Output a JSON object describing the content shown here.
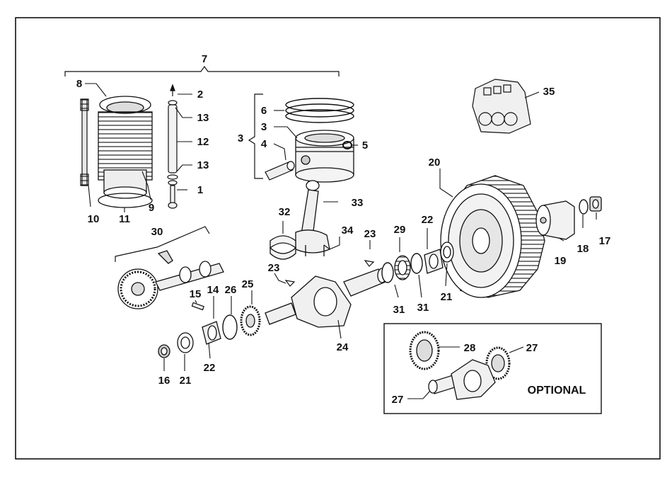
{
  "diagram": {
    "group_labels": {
      "cylinder_group": "7",
      "piston_group": "3",
      "camshaft_group": "30"
    },
    "callouts": {
      "p1": "1",
      "p2": "2",
      "p3": "3",
      "p4": "4",
      "p5": "5",
      "p6": "6",
      "p8": "8",
      "p9": "9",
      "p10": "10",
      "p11": "11",
      "p12": "12",
      "p13a": "13",
      "p13b": "13",
      "p14": "14",
      "p15": "15",
      "p16": "16",
      "p17": "17",
      "p18": "18",
      "p19": "19",
      "p20": "20",
      "p21a": "21",
      "p21b": "21",
      "p22a": "22",
      "p22b": "22",
      "p23a": "23",
      "p23b": "23",
      "p24": "24",
      "p25": "25",
      "p26": "26",
      "p27a": "27",
      "p27b": "27",
      "p28": "28",
      "p29": "29",
      "p31a": "31",
      "p31b": "31",
      "p32": "32",
      "p33": "33",
      "p34": "34",
      "p35": "35"
    },
    "optional_box_label": "OPTIONAL"
  }
}
